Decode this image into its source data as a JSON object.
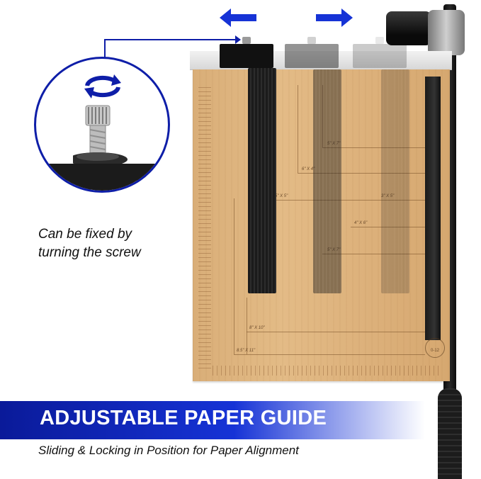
{
  "banner": {
    "title": "ADJUSTABLE PAPER GUIDE",
    "subtitle": "Sliding & Locking in Position for Paper Alignment",
    "color": "#1633d6"
  },
  "callout": {
    "caption_line1": "Can be fixed by",
    "caption_line2": "turning the screw",
    "accent": "#0e1ea8",
    "icon": "rotate-arrows-icon"
  },
  "board": {
    "size_labels": [
      "5\" X 7\"",
      "6\" X 4\"",
      "5\" X 5\"",
      "3\" X 5\"",
      "4\" X 6\"",
      "5\" X 7\"",
      "8\" X 10\"",
      "8.5\" X 11\""
    ],
    "stamp_text": "0-12"
  },
  "arrows": {
    "left": "arrow-left-icon",
    "right": "arrow-right-icon",
    "color": "#1633d6"
  }
}
